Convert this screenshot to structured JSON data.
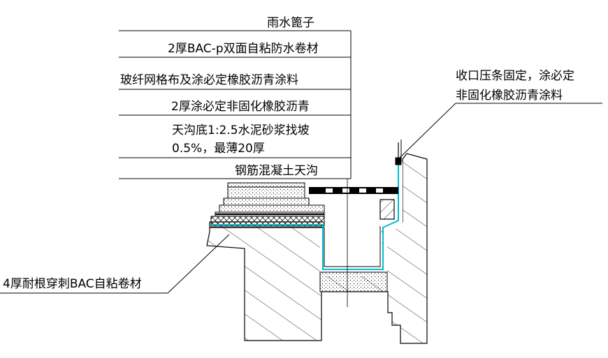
{
  "labels": {
    "grate": "雨水篦子",
    "bac_p": "2厚BAC-p双面自粘防水卷材",
    "fiberglass": "玻纤网格布及涂必定橡胶沥青涂料",
    "non_curing": "2厚涂必定非固化橡胶沥青",
    "gutter_bottom_1": "天沟底1:2.5水泥砂浆找坡",
    "gutter_bottom_2": "0.5%，最薄20厚",
    "concrete_gutter": "钢筋混凝土天沟",
    "edge_fix_1": "收口压条固定，涂必定",
    "edge_fix_2": "非固化橡胶沥青涂料",
    "root_resist": "4厚耐根穿刺BAC自粘卷材"
  },
  "colors": {
    "line": "#000000",
    "membrane": "#00bcd4",
    "background": "#ffffff"
  }
}
